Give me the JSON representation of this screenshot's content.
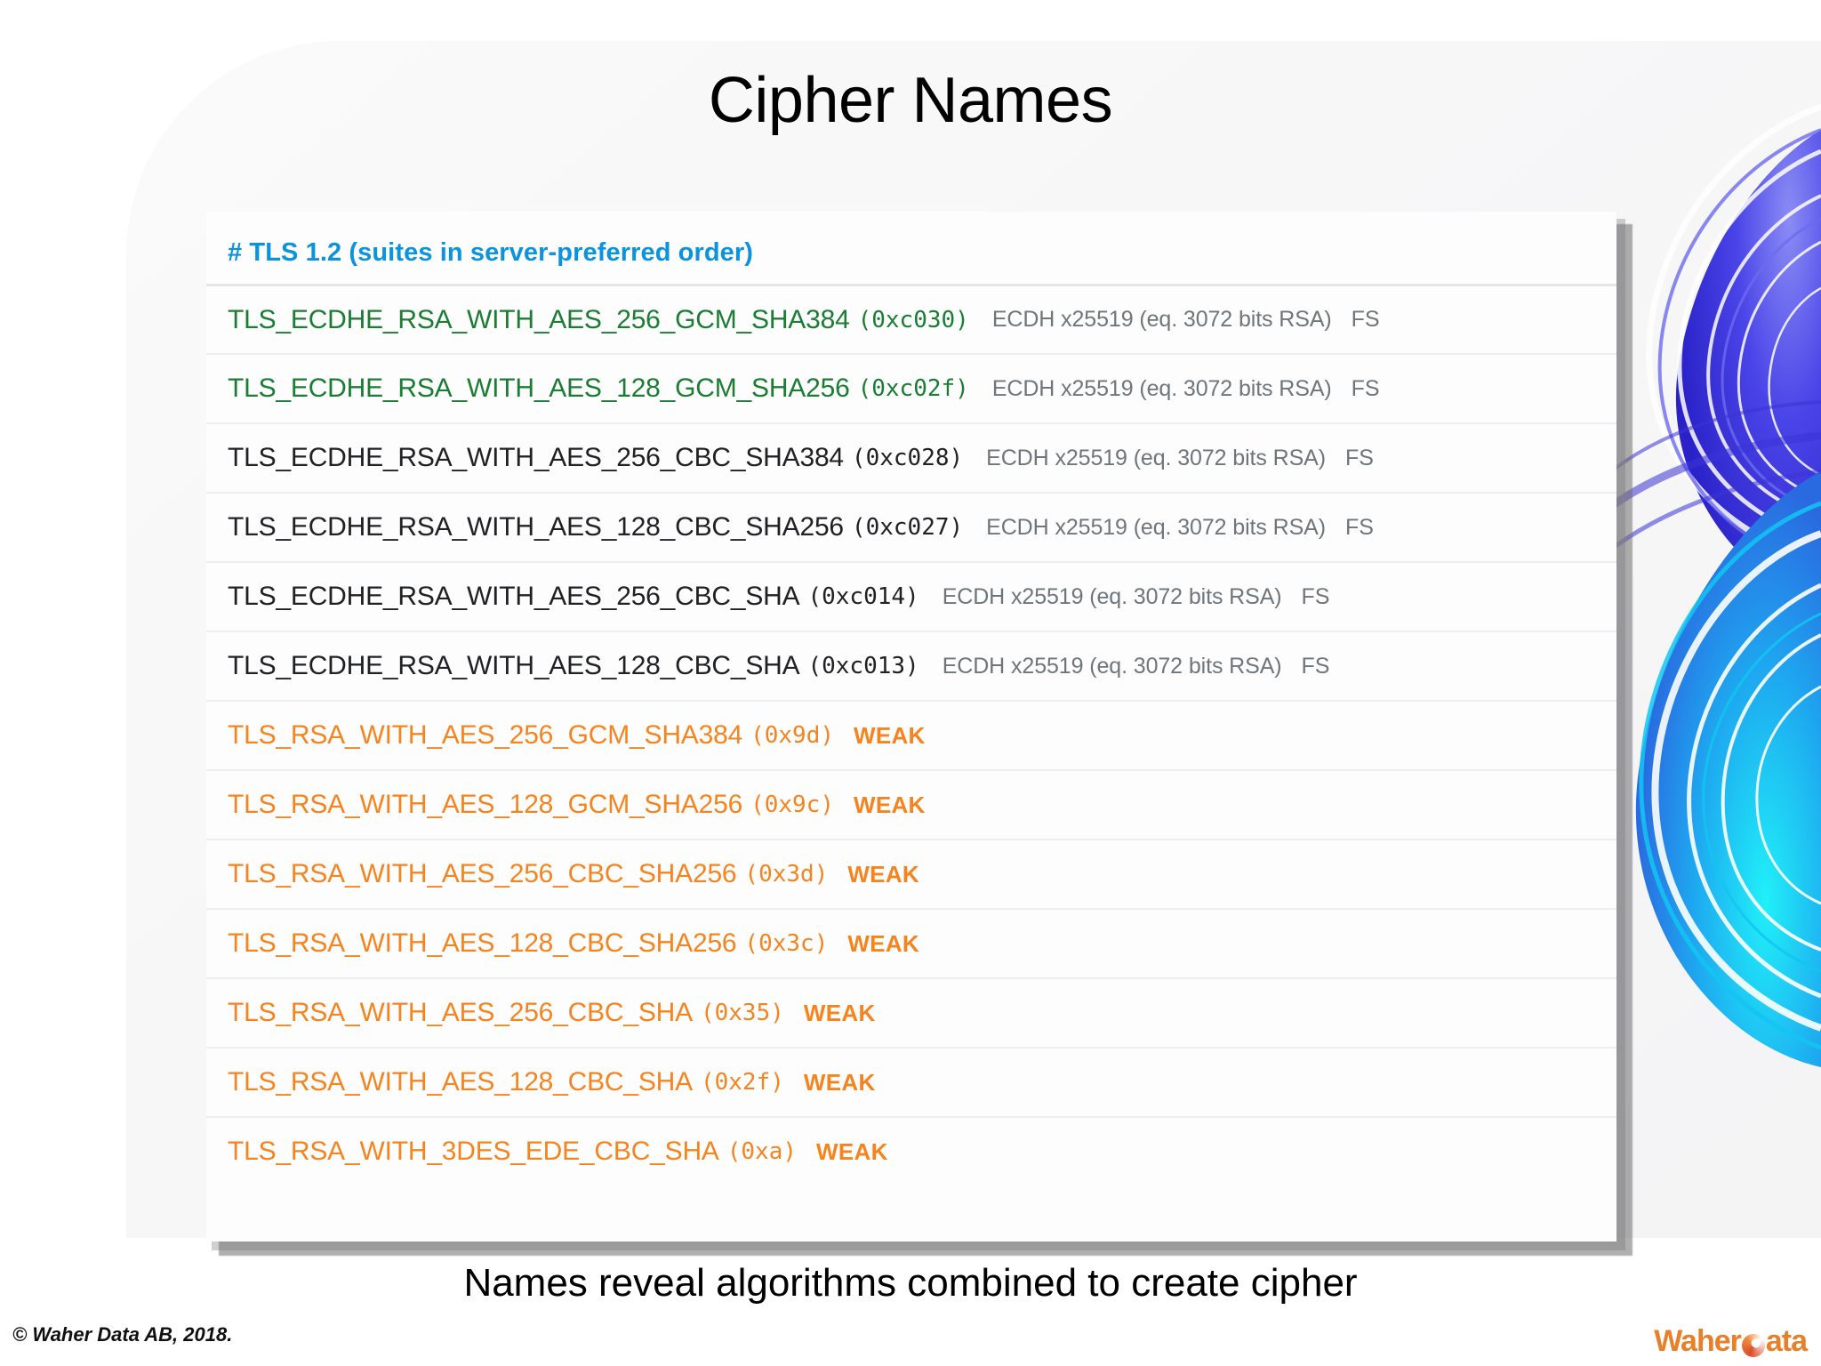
{
  "slide": {
    "title": "Cipher Names",
    "caption": "Names reveal algorithms combined to create cipher"
  },
  "panel": {
    "header": "# TLS 1.2 (suites in server-preferred order)",
    "kx_label": "ECDH x25519 (eq. 3072 bits RSA)",
    "fs_label": "FS",
    "weak_label": "WEAK",
    "rows": [
      {
        "suite": "TLS_ECDHE_RSA_WITH_AES_256_GCM_SHA384",
        "hex": "(0xc030)",
        "kx": "ECDH x25519 (eq. 3072 bits RSA)",
        "fs": "FS",
        "weak": "",
        "color": "green"
      },
      {
        "suite": "TLS_ECDHE_RSA_WITH_AES_128_GCM_SHA256",
        "hex": "(0xc02f)",
        "kx": "ECDH x25519 (eq. 3072 bits RSA)",
        "fs": "FS",
        "weak": "",
        "color": "green"
      },
      {
        "suite": "TLS_ECDHE_RSA_WITH_AES_256_CBC_SHA384",
        "hex": "(0xc028)",
        "kx": "ECDH x25519 (eq. 3072 bits RSA)",
        "fs": "FS",
        "weak": "",
        "color": "black"
      },
      {
        "suite": "TLS_ECDHE_RSA_WITH_AES_128_CBC_SHA256",
        "hex": "(0xc027)",
        "kx": "ECDH x25519 (eq. 3072 bits RSA)",
        "fs": "FS",
        "weak": "",
        "color": "black"
      },
      {
        "suite": "TLS_ECDHE_RSA_WITH_AES_256_CBC_SHA",
        "hex": "(0xc014)",
        "kx": "ECDH x25519 (eq. 3072 bits RSA)",
        "fs": "FS",
        "weak": "",
        "color": "black"
      },
      {
        "suite": "TLS_ECDHE_RSA_WITH_AES_128_CBC_SHA",
        "hex": "(0xc013)",
        "kx": "ECDH x25519 (eq. 3072 bits RSA)",
        "fs": "FS",
        "weak": "",
        "color": "black"
      },
      {
        "suite": "TLS_RSA_WITH_AES_256_GCM_SHA384",
        "hex": "(0x9d)",
        "kx": "",
        "fs": "",
        "weak": "WEAK",
        "color": "orange"
      },
      {
        "suite": "TLS_RSA_WITH_AES_128_GCM_SHA256",
        "hex": "(0x9c)",
        "kx": "",
        "fs": "",
        "weak": "WEAK",
        "color": "orange"
      },
      {
        "suite": "TLS_RSA_WITH_AES_256_CBC_SHA256",
        "hex": "(0x3d)",
        "kx": "",
        "fs": "",
        "weak": "WEAK",
        "color": "orange"
      },
      {
        "suite": "TLS_RSA_WITH_AES_128_CBC_SHA256",
        "hex": "(0x3c)",
        "kx": "",
        "fs": "",
        "weak": "WEAK",
        "color": "orange"
      },
      {
        "suite": "TLS_RSA_WITH_AES_256_CBC_SHA",
        "hex": "(0x35)",
        "kx": "",
        "fs": "",
        "weak": "WEAK",
        "color": "orange"
      },
      {
        "suite": "TLS_RSA_WITH_AES_128_CBC_SHA",
        "hex": "(0x2f)",
        "kx": "",
        "fs": "",
        "weak": "WEAK",
        "color": "orange"
      },
      {
        "suite": "TLS_RSA_WITH_3DES_EDE_CBC_SHA",
        "hex": "(0xa)",
        "kx": "",
        "fs": "",
        "weak": "WEAK",
        "color": "orange"
      }
    ]
  },
  "footer": {
    "copyright": "© Waher Data AB, 2018.",
    "brand_left": "Waher",
    "brand_right": "ata"
  },
  "colors": {
    "header_blue": "#0c93de",
    "suite_green": "#1b7d34",
    "suite_black": "#202124",
    "suite_orange": "#f5841f",
    "meta_gray": "#70757a"
  }
}
